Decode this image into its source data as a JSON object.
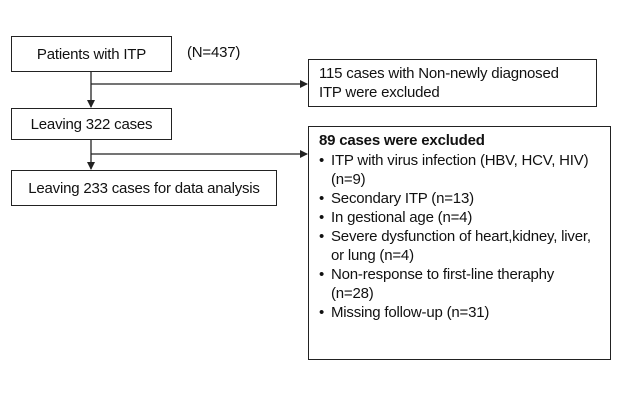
{
  "flowchart": {
    "patients_box": {
      "label": "Patients with ITP"
    },
    "n_label": "(N=437)",
    "non_newly_box": {
      "line1": "115 cases with Non-newly diagnosed",
      "line2": "ITP were excluded"
    },
    "leaving_322_box": {
      "label": "Leaving 322 cases"
    },
    "leaving_233_box": {
      "label": "Leaving 233 cases for data analysis"
    },
    "excluded_89_box": {
      "title": "89 cases were excluded",
      "reasons": [
        {
          "line1": "ITP with virus infection (HBV, HCV, HIV)",
          "line2": "(n=9)"
        },
        {
          "line1": "Secondary ITP (n=13)",
          "line2": ""
        },
        {
          "line1": "In gestional age (n=4)",
          "line2": ""
        },
        {
          "line1": "Severe dysfunction of heart,kidney, liver,",
          "line2": "or lung (n=4)"
        },
        {
          "line1": "Non-response to first-line theraphy",
          "line2": "(n=28)"
        },
        {
          "line1": "Missing follow-up (n=31)",
          "line2": ""
        }
      ]
    },
    "line_color": "#222222"
  }
}
